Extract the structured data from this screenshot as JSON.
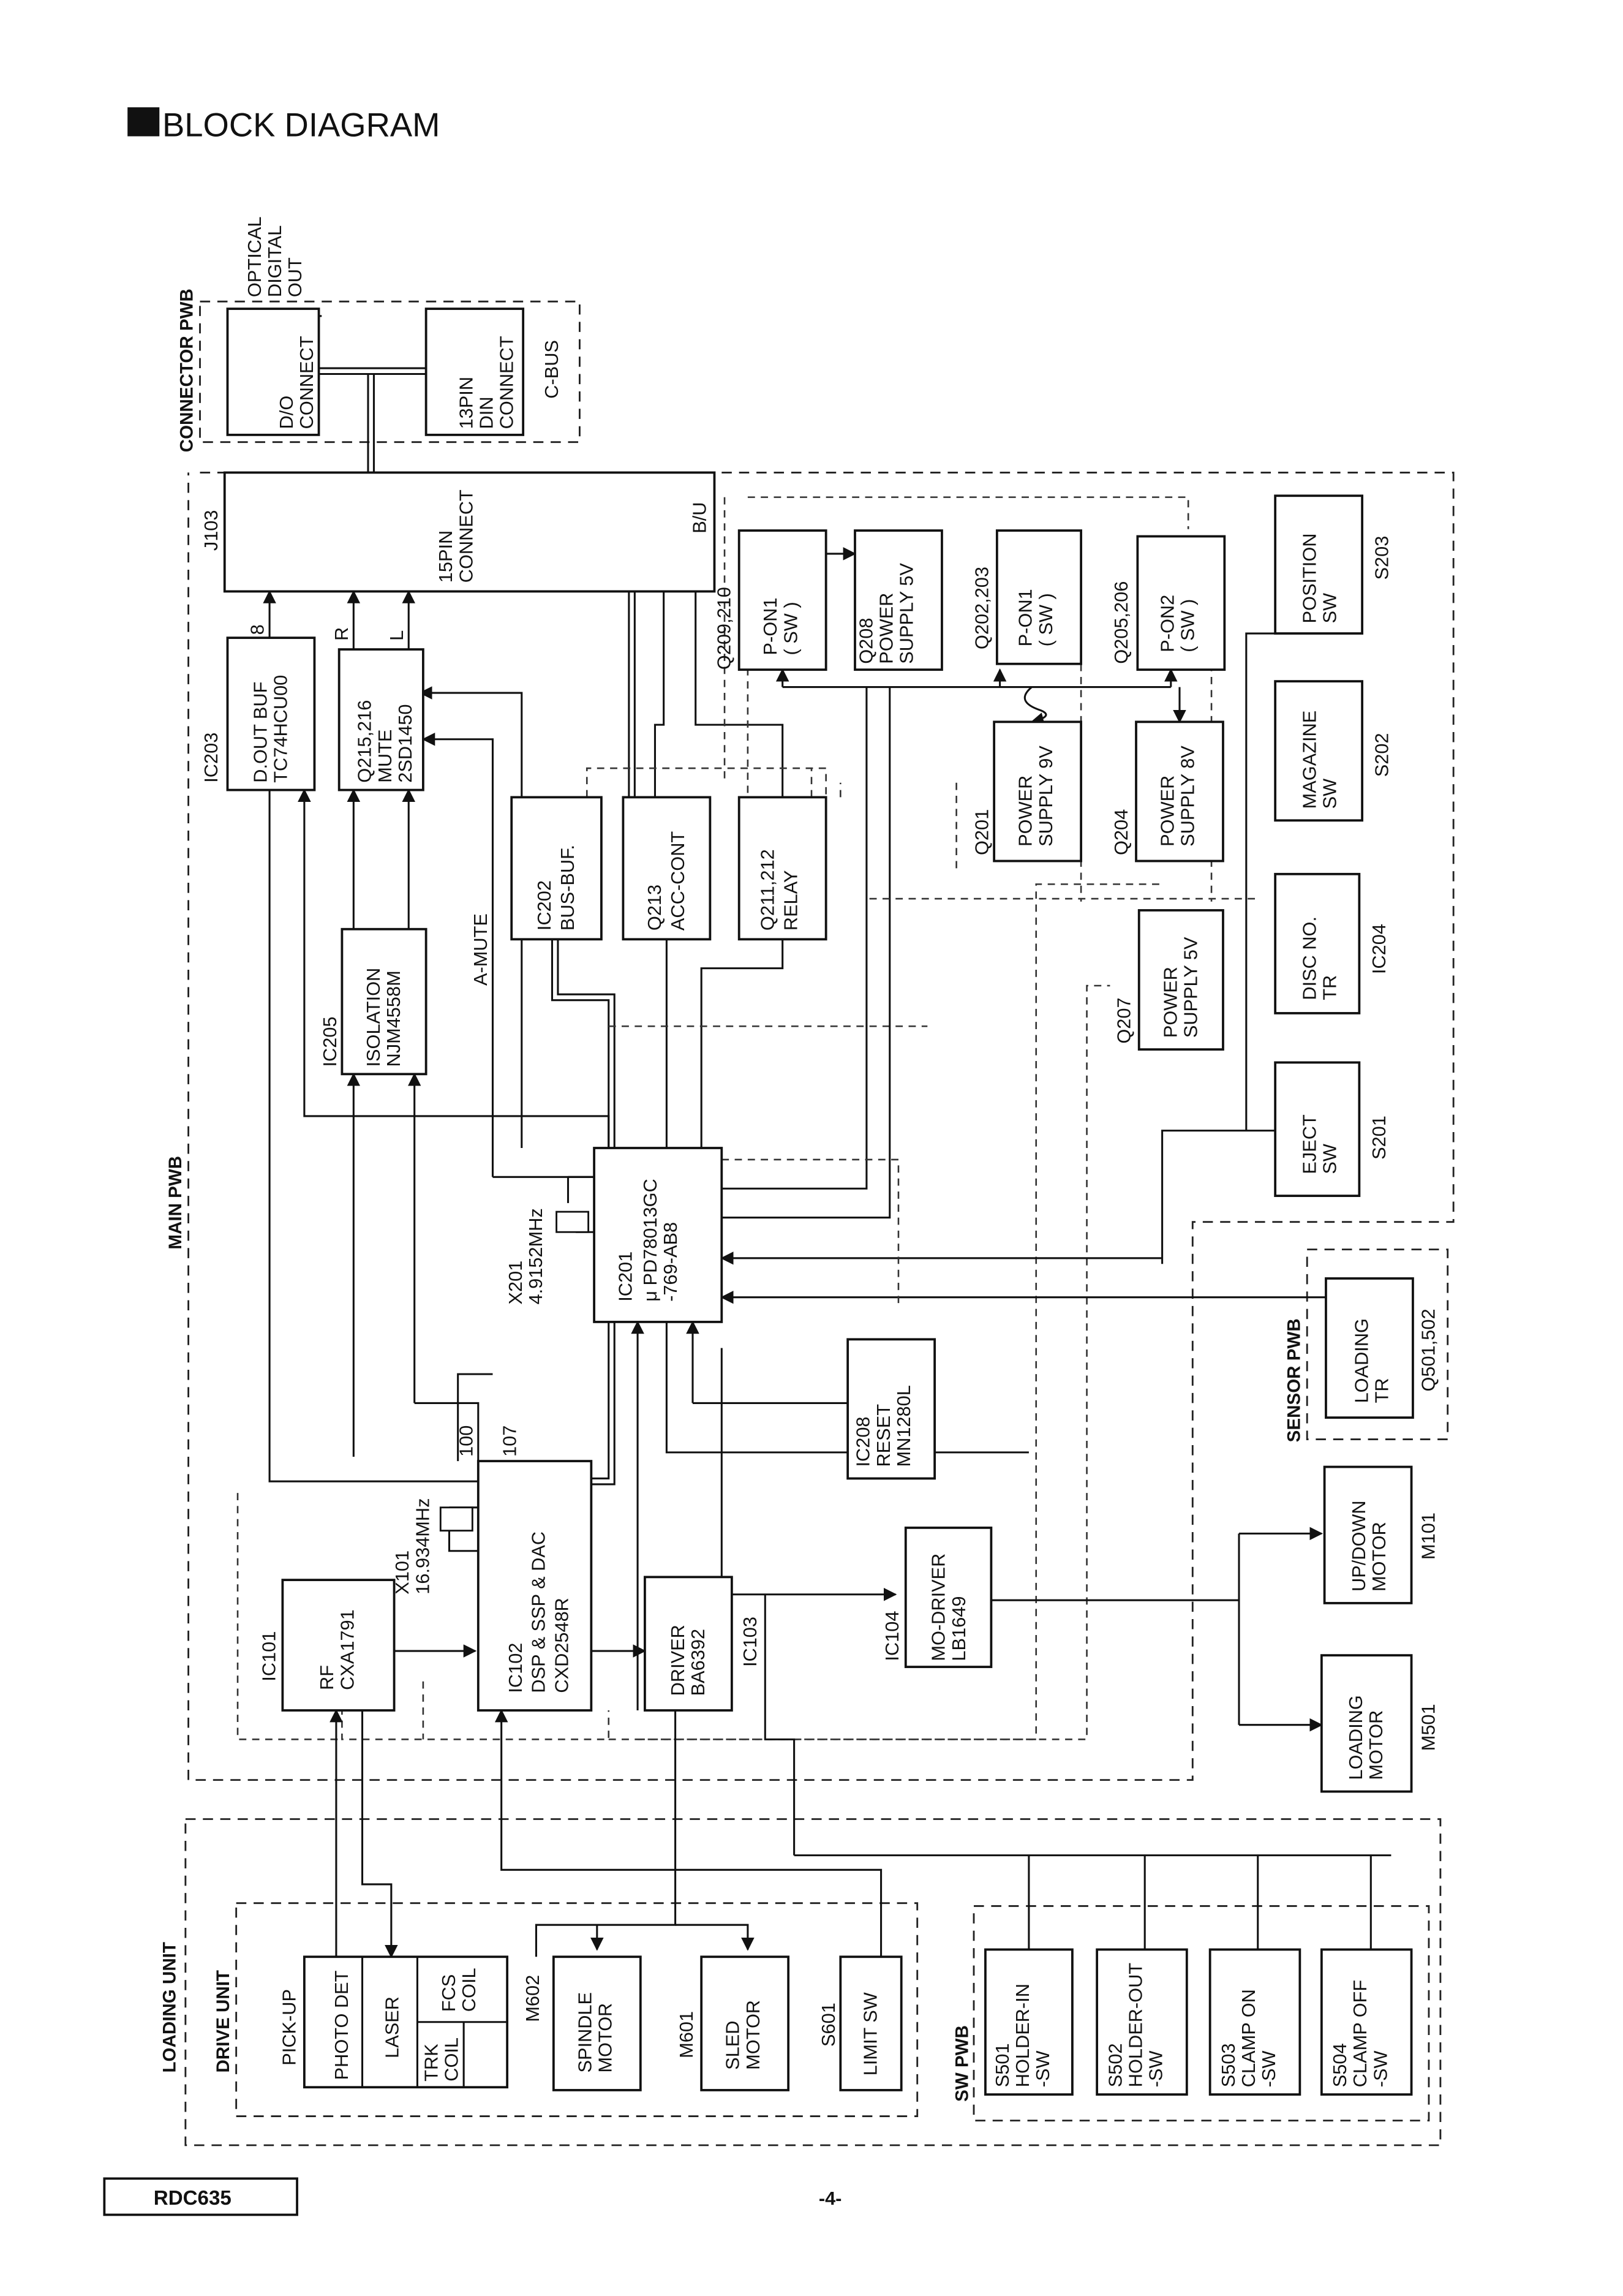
{
  "title": "BLOCK DIAGRAM",
  "footer": {
    "model": "RDC635",
    "page": "-4-"
  },
  "groups": {
    "connector_pwb": "CONNECTOR PWB",
    "main_pwb": "MAIN PWB",
    "sensor_pwb": "SENSOR PWB",
    "loading_unit": "LOADING UNIT",
    "drive_unit": "DRIVE UNIT",
    "sw_pwb": "SW PWB"
  },
  "blocks": {
    "do_connect": {
      "l1": "D/O",
      "l2": "CONNECT"
    },
    "din_connect": {
      "l1": "13PIN",
      "l2": "DIN",
      "l3": "CONNECT"
    },
    "j103": {
      "ref": "J103",
      "l1": "15PIN",
      "l2": "CONNECT"
    },
    "ic203": {
      "ref": "IC203",
      "l1": "D.OUT BUF",
      "l2": "TC74HCU00"
    },
    "q215": {
      "ref": "Q215,216",
      "l1": "MUTE",
      "l2": "2SD1450"
    },
    "ic205": {
      "ref": "IC205",
      "l1": "ISOLATION",
      "l2": "NJM4558M"
    },
    "ic202": {
      "ref": "IC202",
      "l1": "BUS-BUF."
    },
    "q213": {
      "ref": "Q213",
      "l1": "ACC-CONT"
    },
    "q211": {
      "ref": "Q211,212",
      "l1": "RELAY"
    },
    "q209": {
      "ref": "Q209,210",
      "l1": "P-ON1",
      "l2": "( SW )"
    },
    "q208": {
      "ref": "Q208",
      "l1": "POWER",
      "l2": "SUPPLY 5V"
    },
    "q202": {
      "ref": "Q202,203",
      "l1": "P-ON1",
      "l2": "( SW )"
    },
    "q205": {
      "ref": "Q205,206",
      "l1": "P-ON2",
      "l2": "( SW )"
    },
    "q201": {
      "ref": "Q201",
      "l1": "POWER",
      "l2": "SUPPLY 9V"
    },
    "q204": {
      "ref": "Q204",
      "l1": "POWER",
      "l2": "SUPPLY 8V"
    },
    "q207": {
      "ref": "Q207",
      "l1": "POWER",
      "l2": "SUPPLY 5V"
    },
    "s203": {
      "ref": "S203",
      "l1": "POSITION",
      "l2": "SW"
    },
    "s202": {
      "ref": "S202",
      "l1": "MAGAZINE",
      "l2": "SW"
    },
    "ic204": {
      "ref": "IC204",
      "l1": "DISC NO.",
      "l2": "TR"
    },
    "s201": {
      "ref": "S201",
      "l1": "EJECT",
      "l2": "SW"
    },
    "ic201": {
      "ref": "IC201",
      "l1": "μ PD78013GC",
      "l2": "-769-AB8"
    },
    "x201": {
      "l1": "X201",
      "l2": "4.9152MHz"
    },
    "q501": {
      "ref": "Q501,502",
      "l1": "LOADING",
      "l2": "TR"
    },
    "ic208": {
      "ref": "IC208",
      "l1": "RESET",
      "l2": "MN1280L"
    },
    "ic102": {
      "ref": "IC102",
      "l1": "DSP & SSP & DAC",
      "l2": "CXD2548R"
    },
    "x101": {
      "l1": "X101",
      "l2": "16.934MHz"
    },
    "ic101": {
      "ref": "IC101",
      "l1": "RF",
      "l2": "CXA1791"
    },
    "ic103": {
      "ref": "IC103",
      "l1": "DRIVER",
      "l2": "BA6392"
    },
    "ic104": {
      "ref": "IC104",
      "l1": "MO-DRIVER",
      "l2": "LB1649"
    },
    "m101": {
      "ref": "M101",
      "l1": "UP/DOWN",
      "l2": "MOTOR"
    },
    "m501": {
      "ref": "M501",
      "l1": "LOADING",
      "l2": "MOTOR"
    },
    "pickup": {
      "l1": "PICK-UP",
      "photo": "PHOTO DET",
      "laser": "LASER",
      "trk1": "TRK",
      "trk2": "COIL",
      "fcs1": "FCS",
      "fcs2": "COIL"
    },
    "m602": {
      "ref": "M602",
      "l1": "SPINDLE",
      "l2": "MOTOR"
    },
    "m601": {
      "ref": "M601",
      "l1": "SLED",
      "l2": "MOTOR"
    },
    "s601": {
      "ref": "S601",
      "l1": "LIMIT SW"
    },
    "s501": {
      "ref": "S501",
      "l1": "HOLDER-IN",
      "l2": "-SW"
    },
    "s502": {
      "ref": "S502",
      "l1": "HOLDER-OUT",
      "l2": "-SW"
    },
    "s503": {
      "ref": "S503",
      "l1": "CLAMP ON",
      "l2": "-SW"
    },
    "s504": {
      "ref": "S504",
      "l1": "CLAMP OFF",
      "l2": "-SW"
    }
  },
  "labels": {
    "optical": {
      "l1": "OPTICAL",
      "l2": "DIGITAL",
      "l3": "OUT"
    },
    "cbus": "C-BUS",
    "bu": "B/U",
    "pin8": "8",
    "r": "R",
    "l": "L",
    "amute": "A-MUTE",
    "pin100": "100",
    "pin107": "107"
  }
}
